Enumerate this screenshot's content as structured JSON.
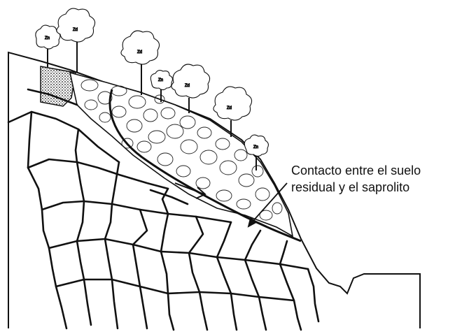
{
  "annotation": {
    "line1": "Contacto entre el suelo",
    "line2": "residual y el saprolito"
  },
  "trees": [
    {
      "label": "Zn"
    },
    {
      "label": "Zd"
    },
    {
      "label": "Zd"
    },
    {
      "label": "Zn"
    },
    {
      "label": "Zd"
    },
    {
      "label": "Zd"
    },
    {
      "label": "Zn"
    }
  ],
  "colors": {
    "line": "#111111",
    "background": "#ffffff"
  }
}
